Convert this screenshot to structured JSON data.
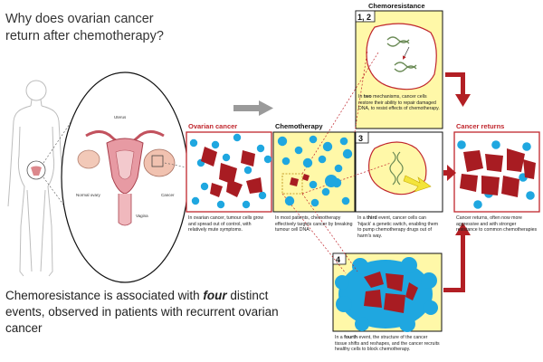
{
  "title": "Why does ovarian cancer return after chemotherapy?",
  "subtitle": {
    "before": "Chemoresistance is associated with ",
    "emph": "four",
    "after": " distinct events, observed in patients with recurrent ovarian cancer"
  },
  "anatomy_labels": {
    "uterus": "Uterus",
    "normal_ovary": "Normal ovary",
    "cancer": "Cancer",
    "vagina": "Vagina"
  },
  "panels": {
    "ovarian_cancer": {
      "title": "Ovarian cancer",
      "text": "In ovarian cancer, tumour cells grow and spread out of control, with relatively mute symptoms."
    },
    "chemotherapy": {
      "title": "Chemotherapy",
      "text": "In most patients, chemotherapy effectively targets cancer by breaking tumour cell DNA."
    },
    "chemoresistance": {
      "title": "Chemoresistance",
      "number": "1, 2",
      "text_pre": "In ",
      "text_emph": "two",
      "text_post": " mechanisms, cancer cells restore their ability to repair damaged DNA, to resist effects of chemotherapy."
    },
    "third": {
      "number": "3",
      "text_pre": "In a ",
      "text_emph": "third",
      "text_post": " event, cancer cells can 'hijack' a genetic switch, enabling them to pump chemotherapy drugs out of harm's way."
    },
    "fourth": {
      "number": "4",
      "text_pre": "In a ",
      "text_emph": "fourth",
      "text_post": " event, the structure of the cancer tissue shifts and reshapes, and the cancer recruits healthy cells to block chemotherapy."
    },
    "returns": {
      "title": "Cancer returns",
      "text": "Cancer returns, often now more aggressive and with stronger resistance to common chemotherapies"
    }
  },
  "colors": {
    "tumour": "#a81c22",
    "cell": "#1fa7e0",
    "chemo_bg": "#fff8a8",
    "arrow_red": "#b21f24",
    "arrow_gray": "#9a9a9a",
    "accent_text": "#c0262d"
  }
}
